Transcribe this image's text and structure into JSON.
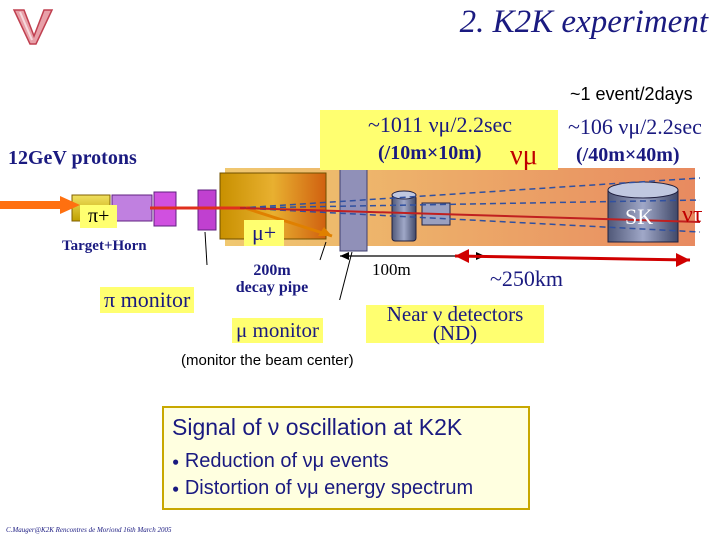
{
  "slide": {
    "title": "2. K2K experiment",
    "logo_glyph": "ν"
  },
  "beamline": {
    "protons_label": "12GeV protons",
    "pion_label": "π+",
    "target_horn_label": "Target+Horn",
    "pi_monitor_label": "π monitor",
    "muon_label": "μ+",
    "decay_pipe_label": "200m\ndecay pipe",
    "mu_monitor_label": "μ monitor",
    "distance_100m": "100m",
    "near_detector_label": "Near ν detectors\n(ND)",
    "monitor_note": "(monitor the beam center)",
    "distance_far": "~250km",
    "sk_label": "SK",
    "nu_tau": "ντ",
    "nu_mu": "νμ"
  },
  "flux": {
    "near_flux": "~1011 νμ/2.2sec",
    "near_area": "(/10m×10m)",
    "far_rate": "~1 event/2days",
    "far_flux": "~106 νμ/2.2sec",
    "far_area": "(/40m×40m)"
  },
  "signal_box": {
    "heading": "Signal of ν oscillation at K2K",
    "bullets": [
      "Reduction of νμ events",
      "Distortion of νμ energy spectrum"
    ]
  },
  "footer": "C.Mauger@K2K Rencontres de Moriond 16th March 2005",
  "colors": {
    "title": "#1a1a80",
    "beam_red": "#e0301e",
    "highlight": "#ffff70",
    "dark_red": "#c00000"
  }
}
